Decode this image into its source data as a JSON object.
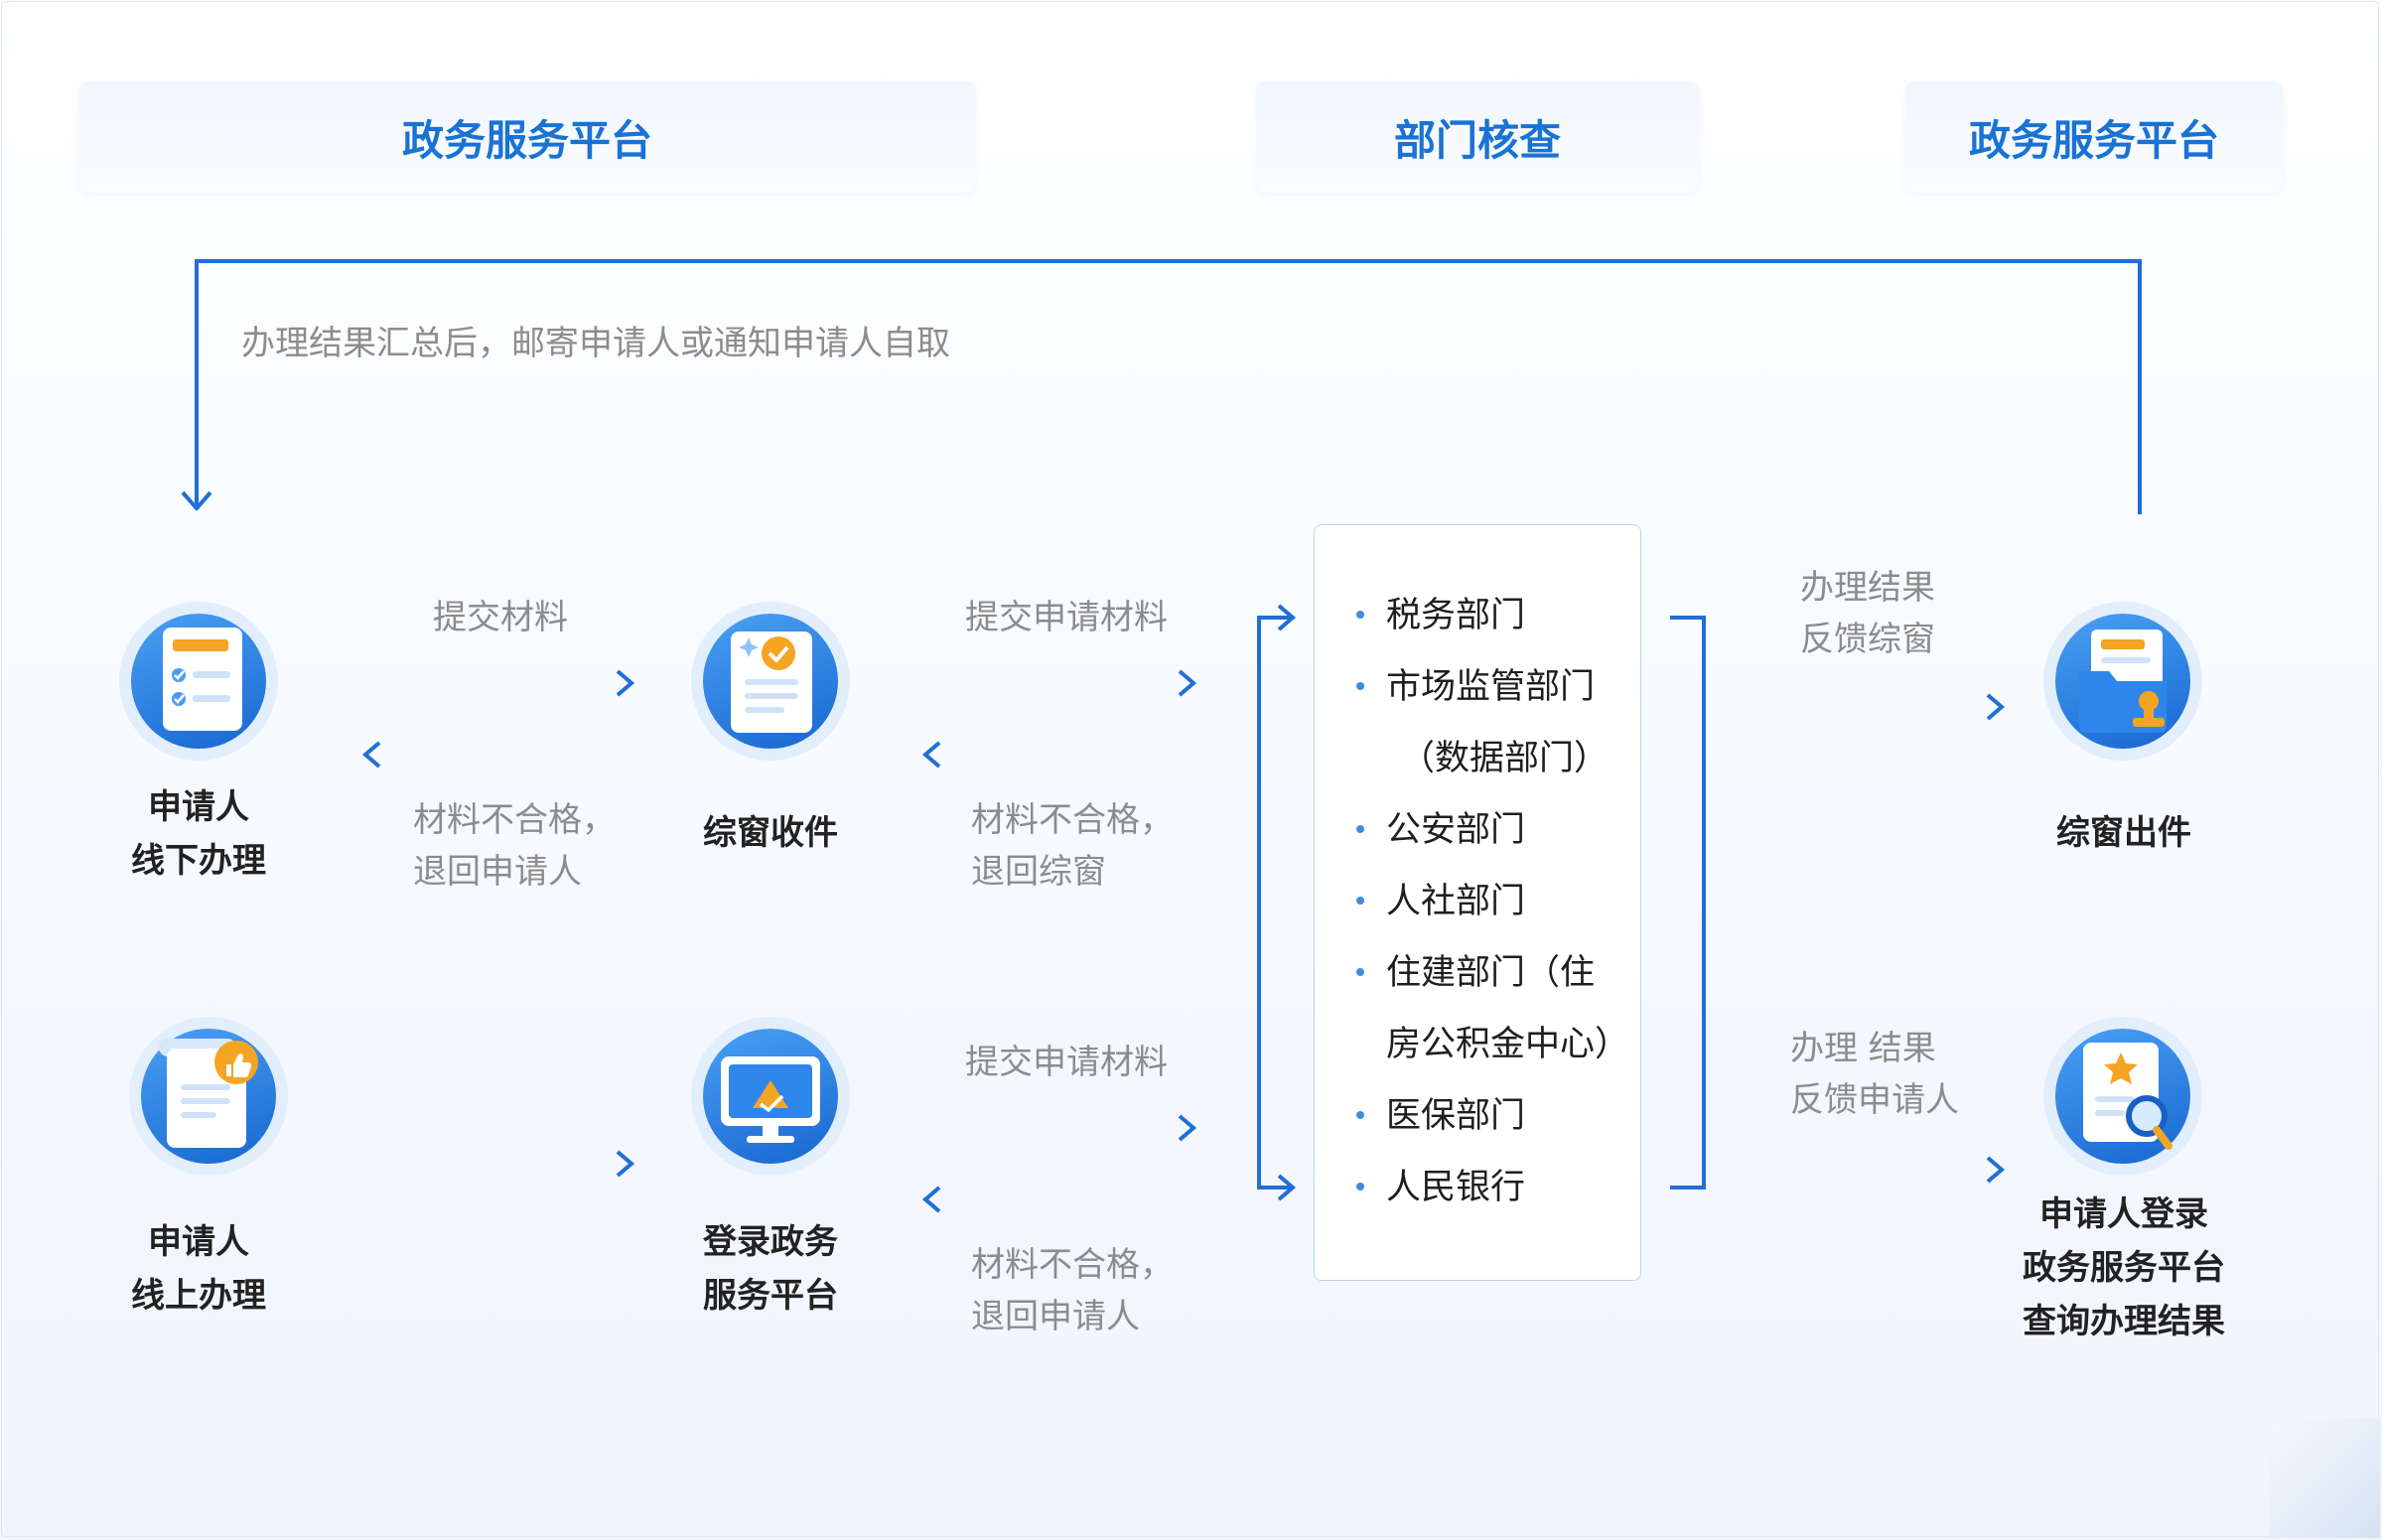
{
  "headers": {
    "left": "政务服务平台",
    "middle": "部门核查",
    "right": "政务服务平台"
  },
  "loop_note": "办理结果汇总后，邮寄申请人或通知申请人自取",
  "nodes": {
    "applicant_offline": [
      "申请人",
      "线下办理"
    ],
    "window_receive": "综窗收件",
    "window_issue": "综窗出件",
    "applicant_online": [
      "申请人",
      "线上办理"
    ],
    "login_platform": [
      "登录政务",
      "服务平台"
    ],
    "query_result": [
      "申请人登录",
      "政务服务平台",
      "查询办理结果"
    ]
  },
  "edges": {
    "submit_materials": "提交材料",
    "reject_to_applicant_1": [
      "材料不合格，",
      "退回申请人"
    ],
    "submit_application_1": "提交申请材料",
    "reject_to_window": [
      "材料不合格，",
      "退回综窗"
    ],
    "submit_application_2": "提交申请材料",
    "reject_to_applicant_2": [
      "材料不合格，",
      "退回申请人"
    ],
    "feedback_window": [
      "办理结果",
      "反馈综窗"
    ],
    "feedback_applicant": [
      "办理 结果",
      "反馈申请人"
    ]
  },
  "departments": [
    "税务部门",
    "市场监管部门",
    "（数据部门）",
    "公安部门",
    "人社部门",
    "住建部门（住",
    "房公积金中心）",
    "医保部门",
    "人民银行"
  ],
  "colors": {
    "accent": "#1a72d4",
    "arrow": "#1f6fd6",
    "text_gray": "#8c8c8c",
    "icon_orange": "#f4a523"
  },
  "icons": {
    "applicant_offline": "checklist-document-icon",
    "window_receive": "approved-document-icon",
    "window_issue": "stamp-folder-icon",
    "applicant_online": "thumbs-up-document-icon",
    "login_platform": "monitor-icon",
    "query_result": "search-star-document-icon"
  }
}
